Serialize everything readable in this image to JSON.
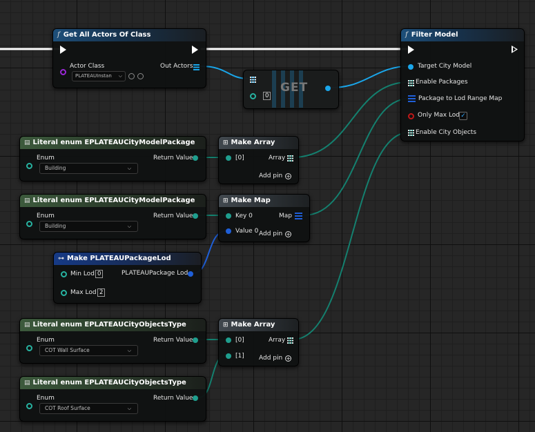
{
  "nodes": {
    "get_all_actors": {
      "title": "Get All Actors Of Class",
      "actor_class_label": "Actor Class",
      "actor_class_value": "PLATEAUInstan",
      "out_actors_label": "Out Actors"
    },
    "get": {
      "title": "GET",
      "index_value": "0"
    },
    "filter_model": {
      "title": "Filter Model",
      "pins": [
        "Target City Model",
        "Enable Packages",
        "Package to Lod Range Map",
        "Only Max Lod",
        "Enable City Objects"
      ],
      "only_max_lod_checked": "✓"
    },
    "lit1": {
      "title": "Literal enum EPLATEAUCityModelPackage",
      "enum_label": "Enum",
      "value": "Building",
      "return_label": "Return Value"
    },
    "lit2": {
      "title": "Literal enum EPLATEAUCityModelPackage",
      "enum_label": "Enum",
      "value": "Building",
      "return_label": "Return Value"
    },
    "lit3": {
      "title": "Literal enum EPLATEAUCityObjectsType",
      "enum_label": "Enum",
      "value": "COT Wall Surface",
      "return_label": "Return Value"
    },
    "lit4": {
      "title": "Literal enum EPLATEAUCityObjectsType",
      "enum_label": "Enum",
      "value": "COT Roof Surface",
      "return_label": "Return Value"
    },
    "make_array1": {
      "title": "Make Array",
      "in0": "[0]",
      "out": "Array",
      "add_pin": "Add pin"
    },
    "make_map": {
      "title": "Make Map",
      "key": "Key 0",
      "value": "Value 0",
      "out": "Map",
      "add_pin": "Add pin"
    },
    "make_lod": {
      "title": "Make PLATEAUPackageLod",
      "min_label": "Min Lod",
      "min_value": "0",
      "max_label": "Max Lod",
      "max_value": "2",
      "out": "PLATEAUPackage Lod"
    },
    "make_array2": {
      "title": "Make Array",
      "in0": "[0]",
      "in1": "[1]",
      "out": "Array",
      "add_pin": "Add pin"
    }
  },
  "colors": {
    "exec": "#ffffff",
    "object_ref": "#1aa6ea",
    "enum_byte": "#1f9e8e",
    "struct": "#1f5fd8",
    "class": "#9a28d6",
    "bool": "#c01818"
  }
}
